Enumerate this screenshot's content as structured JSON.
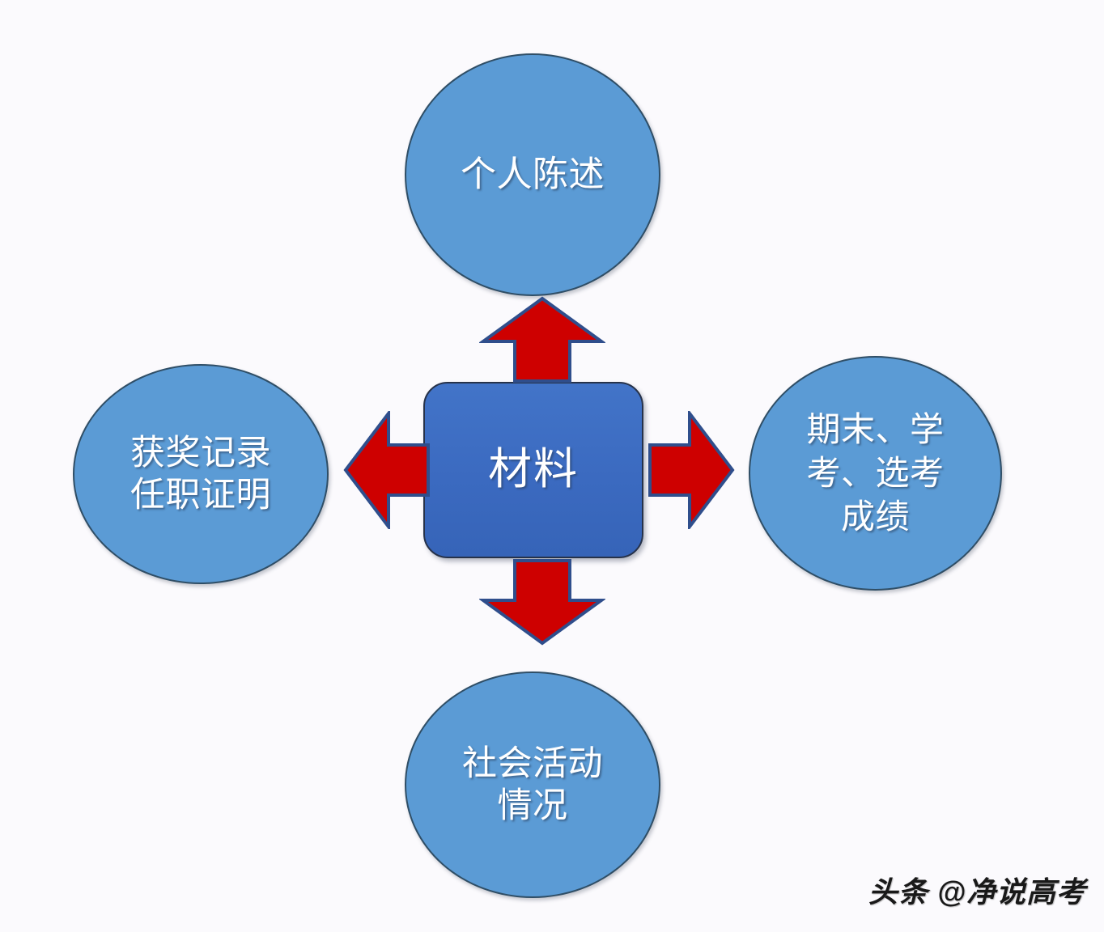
{
  "diagram": {
    "type": "radial-hub-and-spoke",
    "background_color": "#FBFAFD",
    "center": {
      "id": "center-materials",
      "label": "材料",
      "shape": "rounded-rectangle",
      "fill_color": "#3B6EC4",
      "text_color": "#FFFFFF"
    },
    "nodes": [
      {
        "id": "node-top",
        "position": "top",
        "label": "个人陈述",
        "shape": "ellipse",
        "fill_color": "#5B9BD5",
        "text_color": "#FFFFFF"
      },
      {
        "id": "node-right",
        "position": "right",
        "label": "期末、学\n考、选考\n成绩",
        "shape": "ellipse",
        "fill_color": "#5B9BD5",
        "text_color": "#FFFFFF"
      },
      {
        "id": "node-bottom",
        "position": "bottom",
        "label": "社会活动\n情况",
        "shape": "ellipse",
        "fill_color": "#5B9BD5",
        "text_color": "#FFFFFF"
      },
      {
        "id": "node-left",
        "position": "left",
        "label": "获奖记录\n任职证明",
        "shape": "ellipse",
        "fill_color": "#5B9BD5",
        "text_color": "#FFFFFF"
      }
    ],
    "arrows": [
      {
        "id": "arrow-up",
        "direction": "up",
        "from": "center-materials",
        "to": "node-top",
        "fill_color": "#CE0000",
        "outline_color": "#2F4E8C"
      },
      {
        "id": "arrow-right",
        "direction": "right",
        "from": "center-materials",
        "to": "node-right",
        "fill_color": "#CE0000",
        "outline_color": "#2F4E8C"
      },
      {
        "id": "arrow-down",
        "direction": "down",
        "from": "center-materials",
        "to": "node-bottom",
        "fill_color": "#CE0000",
        "outline_color": "#2F4E8C"
      },
      {
        "id": "arrow-left",
        "direction": "left",
        "from": "center-materials",
        "to": "node-left",
        "fill_color": "#CE0000",
        "outline_color": "#2F4E8C"
      }
    ]
  },
  "watermark": {
    "text": "头条 @净说高考"
  }
}
